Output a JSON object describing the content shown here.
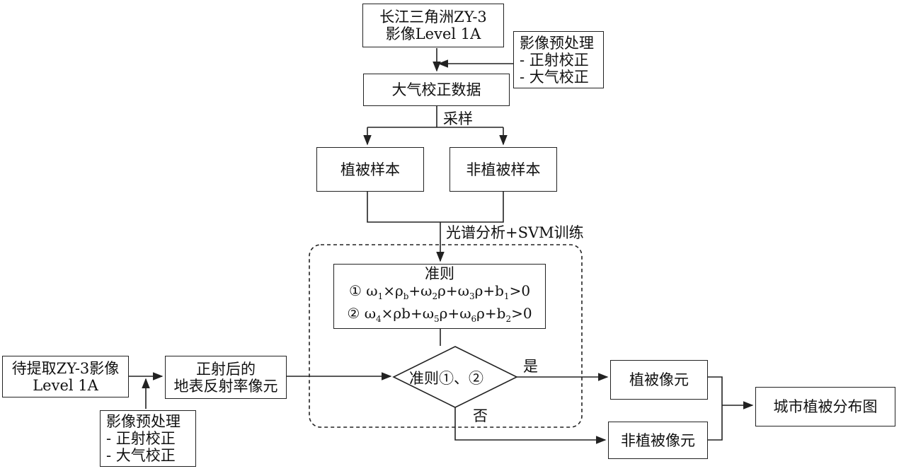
{
  "source_box": {
    "line1": "长江三角洲ZY-3",
    "line2": "影像Level 1A"
  },
  "preprocess_top": {
    "title": "影像预处理",
    "item1": "- 正射校正",
    "item2": "- 大气校正"
  },
  "atmos_box": "大气校正数据",
  "sampling_label": "采样",
  "veg_sample": "植被样本",
  "nonveg_sample": "非植被样本",
  "training_label": "光谱分析+SVM训练",
  "rule_box": {
    "title": "准则",
    "rule1": {
      "n": "①",
      "w1": "ω",
      "s1": "1",
      "a": "×ρ",
      "s2": "b",
      "b": "+ω",
      "s3": "2",
      "c": "ρ+ω",
      "s4": "3",
      "d": "ρ+b",
      "s5": "1",
      "e": ">0"
    },
    "rule2": {
      "n": "②",
      "w1": "ω",
      "s1": "4",
      "a": "×ρb+ω",
      "s2": "5",
      "b": "ρ+ω",
      "s3": "6",
      "c": "ρ+b",
      "s4": "2",
      "d": ">0"
    }
  },
  "input_box": {
    "line1": "待提取ZY-3影像",
    "line2": "Level 1A"
  },
  "preprocess_bottom": {
    "title": "影像预处理",
    "item1": "- 正射校正",
    "item2": "- 大气校正"
  },
  "reflect_box": {
    "line1": "正射后的",
    "line2": "地表反射率像元"
  },
  "decision": "准则①、②",
  "yes_label": "是",
  "no_label": "否",
  "veg_pixel": "植被像元",
  "nonveg_pixel": "非植被像元",
  "output_box": "城市植被分布图"
}
